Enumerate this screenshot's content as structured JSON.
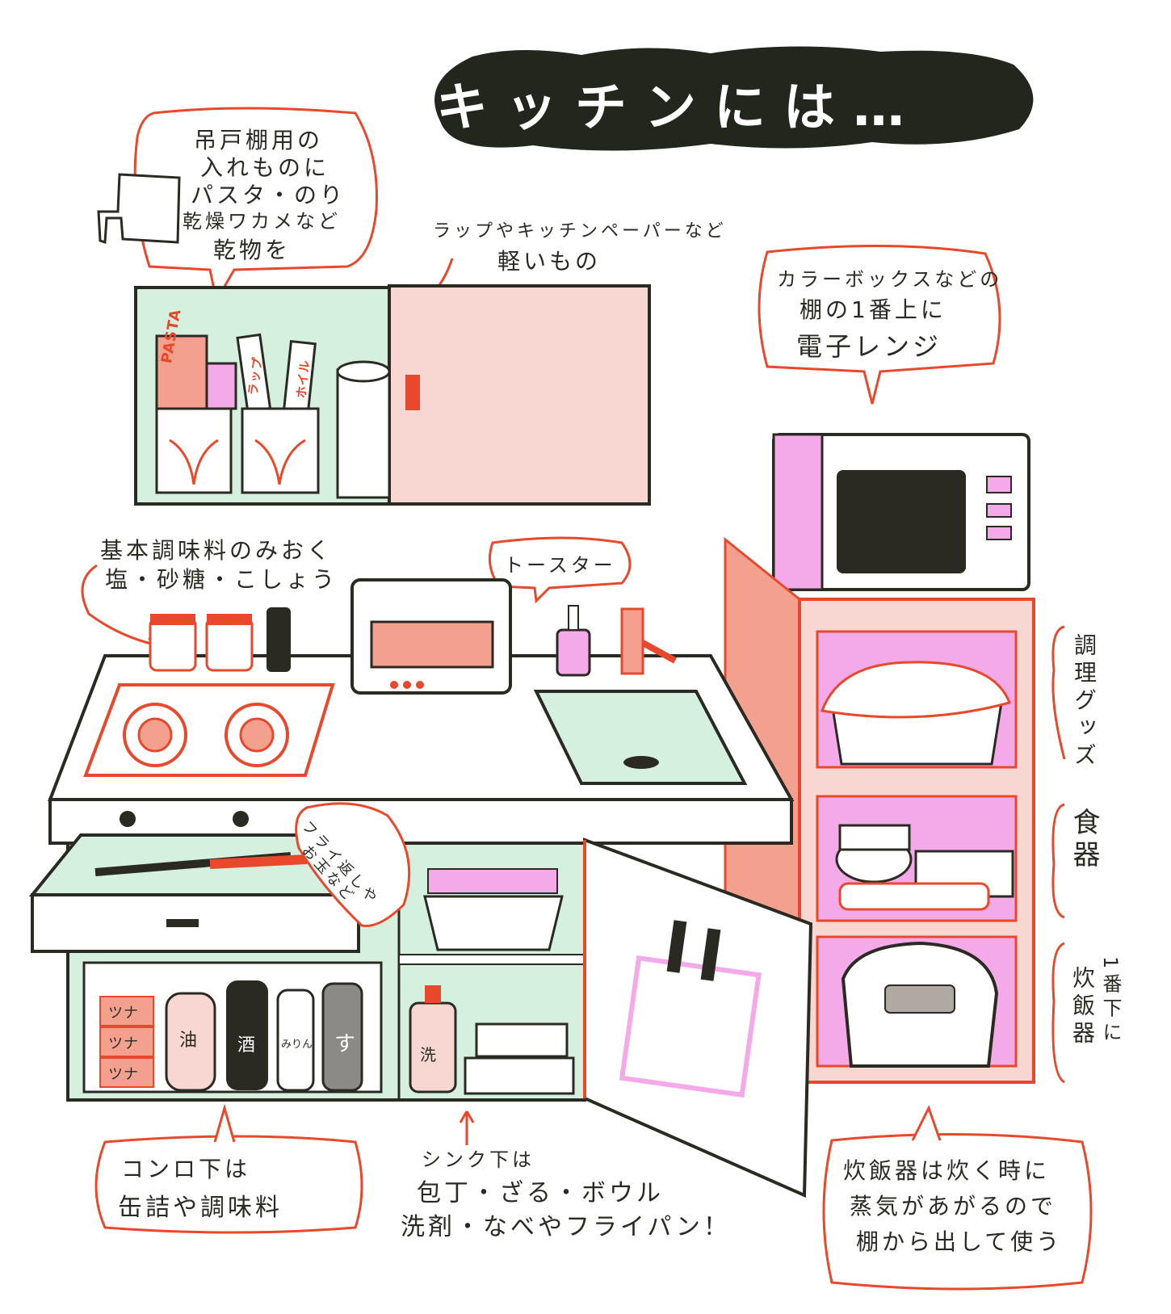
{
  "title": "キッチンには…",
  "labels": {
    "cupboard": [
      "吊戸棚用の",
      "入れものに",
      "パスタ・のり",
      "乾燥ワカメなど",
      "乾物を"
    ],
    "light_items": [
      "ラップやキッチンペーパーなど",
      "軽いもの"
    ],
    "microwave": [
      "カラーボックスなどの",
      "棚の1番上に",
      "電子レンジ"
    ],
    "seasoning": [
      "基本調味料のみおく",
      "塩・砂糖・こしょう"
    ],
    "toaster": "トースター",
    "cooking_goods": "調理グッズ",
    "dishes": "食器",
    "rice_cooker_shelf": [
      "1番下に",
      "炊飯器"
    ],
    "turner": [
      "フライ返しや",
      "お玉など"
    ],
    "stove_under": [
      "コンロ下は",
      "缶詰や調味料"
    ],
    "sink_under": [
      "シンク下は",
      "包丁・ざる・ボウル",
      "洗剤・なべやフライパン！"
    ],
    "rice_cooker_note": [
      "炊飯器は炊く時に",
      "蒸気があがるので",
      "棚から出して使う"
    ]
  },
  "item_labels": {
    "pasta": "PASTA",
    "wrap": "ラップ",
    "foil": "ホイル",
    "tuna": [
      "ツナ",
      "ツナ",
      "ツナ"
    ],
    "oil": "油",
    "sake": "酒",
    "mirin": "みりん",
    "vinegar": "す",
    "detergent": "洗"
  },
  "colors": {
    "outline": "#2a2a22",
    "accent": "#e8492c",
    "mint": "#d6f0df",
    "pink": "#f4a9e8",
    "blush": "#f8d7d2",
    "salmon": "#f3a08e"
  }
}
